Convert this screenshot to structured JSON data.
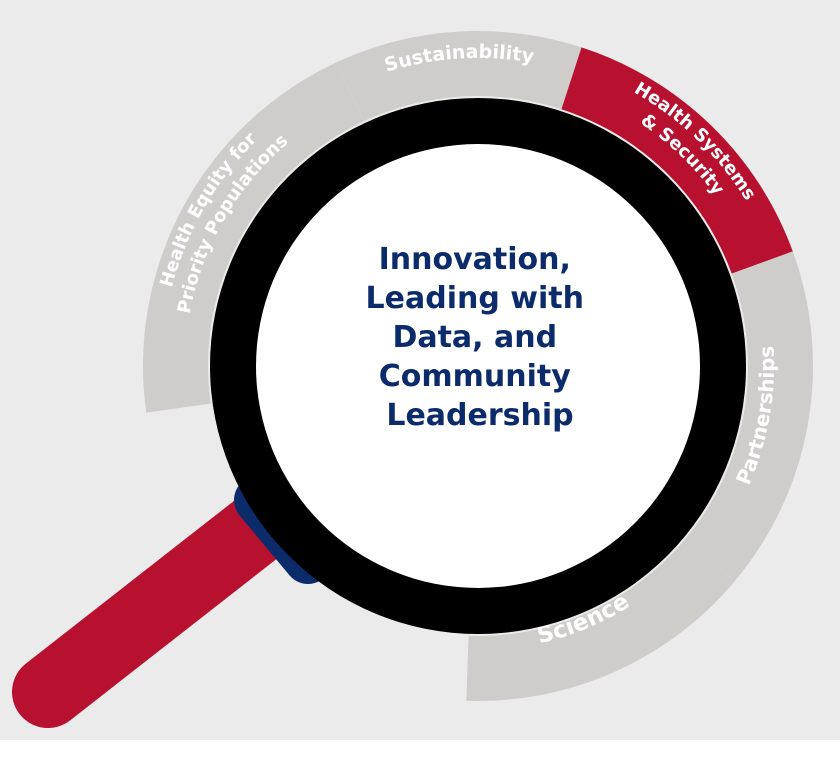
{
  "colors": {
    "background": "#ebebeb",
    "segment_gray": "#cfcdca",
    "segment_label_gray": "#ffffff",
    "segment_accent": "#b8102f",
    "segment_accent_label": "#ffffff",
    "lens_ring": "#000000",
    "lens_fill": "#ffffff",
    "handle": "#b8102f",
    "handle_collar": "#0b2b6b",
    "center_text": "#0b2b6b"
  },
  "segments": [
    {
      "id": "sustainability",
      "label_lines": [
        "Sustainability"
      ],
      "highlighted": false
    },
    {
      "id": "health-systems",
      "label_lines": [
        "Health Systems",
        "& Security"
      ],
      "highlighted": true
    },
    {
      "id": "partnerships",
      "label_lines": [
        "Partnerships"
      ],
      "highlighted": false
    },
    {
      "id": "science",
      "label_lines": [
        "Science"
      ],
      "highlighted": false
    },
    {
      "id": "health-equity",
      "label_lines": [
        "Health Equity for",
        "Priority Populations"
      ],
      "highlighted": false
    }
  ],
  "center": {
    "lines": [
      "Innovation,",
      "Leading with",
      "Data, and",
      "Community",
      "Leadership"
    ]
  },
  "icon": "magnifying-glass-icon"
}
